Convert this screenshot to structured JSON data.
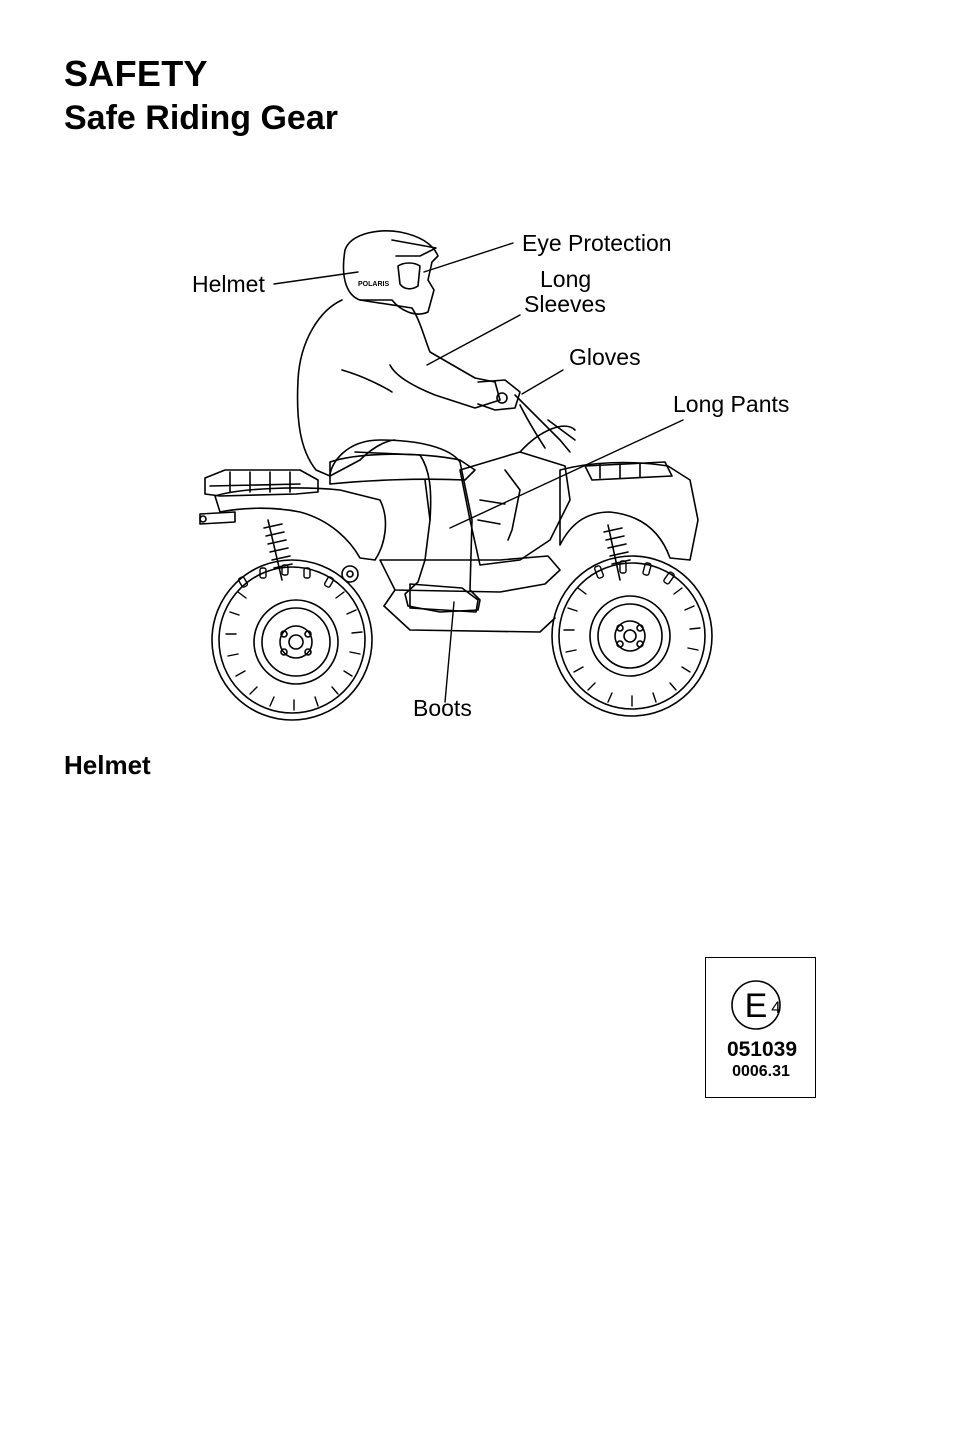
{
  "header": {
    "section": "SAFETY",
    "title": "Safe Riding Gear"
  },
  "figure": {
    "labels": {
      "eye_protection": "Eye Protection",
      "helmet": "Helmet",
      "long_sleeves_line1": "Long",
      "long_sleeves_line2": "Sleeves",
      "gloves": "Gloves",
      "long_pants": "Long Pants",
      "boots": "Boots"
    },
    "logo_text": "POLARIS"
  },
  "helmet_section": {
    "heading": "Helmet"
  },
  "approval_mark": {
    "letter": "E",
    "country_code": "4",
    "approval_number": "051039",
    "sub_number": "0006.31"
  }
}
